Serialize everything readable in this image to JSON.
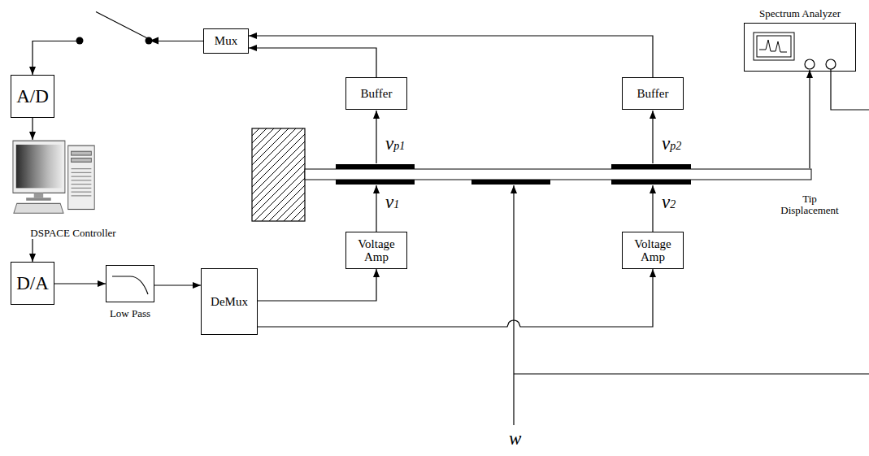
{
  "diagram": {
    "nodes": [
      {
        "text": [
          "Mux"
        ]
      },
      {
        "text": [
          "A/D"
        ]
      },
      {
        "text": [
          "DSPACE Controller"
        ]
      },
      {
        "text": [
          "D/A"
        ]
      },
      {
        "text": [
          "Low Pass"
        ]
      },
      {
        "text": [
          "DeMux"
        ]
      },
      {
        "text": [
          "Buffer"
        ]
      },
      {
        "text": [
          "Voltage Amp"
        ]
      },
      {
        "text": [
          "Buffer"
        ]
      },
      {
        "text": [
          "Voltage Amp"
        ]
      },
      {
        "text": [
          "Spectrum Analyzer"
        ]
      }
    ],
    "edges": [
      {
        "from": 0,
        "to": 1,
        "arrow": "to"
      },
      {
        "from": 1,
        "to": 2,
        "arrow": "to"
      },
      {
        "from": 2,
        "to": 3,
        "arrow": "to"
      },
      {
        "from": 3,
        "to": 4,
        "arrow": "to"
      },
      {
        "from": 4,
        "to": 5,
        "arrow": "to"
      },
      {
        "from": 5,
        "to": 7,
        "arrow": "to"
      },
      {
        "from": 5,
        "to": 9,
        "arrow": "to"
      },
      {
        "from": 6,
        "to": 0,
        "arrow": "to"
      },
      {
        "from": 8,
        "to": 0,
        "arrow": "to"
      }
    ],
    "labels": [
      "vp1",
      "v1",
      "vp2",
      "v2",
      "Tip Displacement",
      "w"
    ]
  }
}
